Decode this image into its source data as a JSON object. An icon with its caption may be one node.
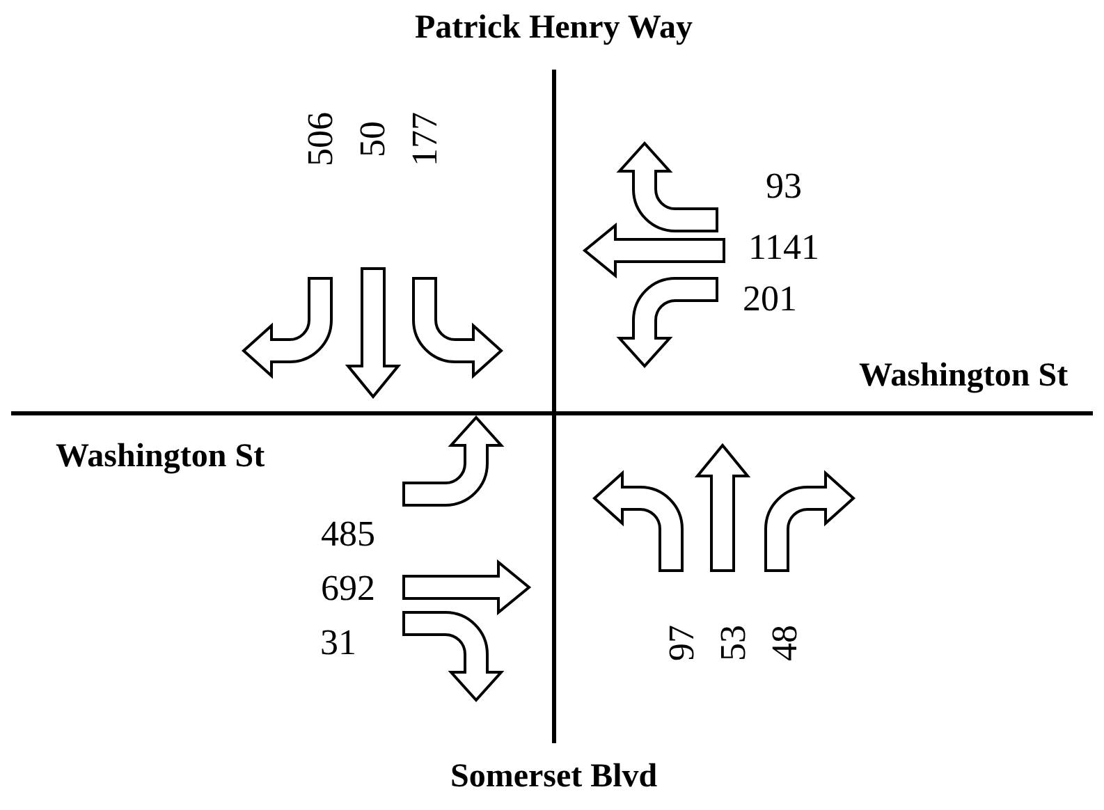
{
  "diagram": {
    "labels": [
      "Patrick Henry Way",
      "506",
      "50",
      "177",
      "93",
      "1141",
      "201",
      "Washington St",
      "Washington St",
      "485",
      "692",
      "31",
      "97",
      "53",
      "48",
      "Somerset Blvd"
    ]
  }
}
